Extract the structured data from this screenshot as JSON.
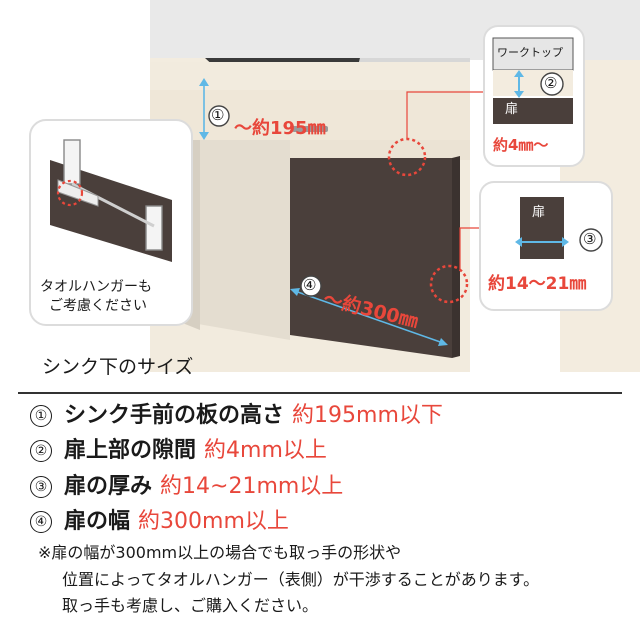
{
  "illustration": {
    "dim1_num": "①",
    "dim1_text": "～約195㎜",
    "dim2_num": "②",
    "dim2_text": "約4㎜～",
    "dim3_num": "③",
    "dim3_text": "約14～21㎜",
    "dim4_num": "④",
    "dim4_text": "～約300㎜",
    "worktop_label": "ワークトップ",
    "door_label": "扉",
    "hanger_note_line1": "タオルハンガーも",
    "hanger_note_line2": "ご考慮ください"
  },
  "section_title": "シンク下のサイズ",
  "specs": [
    {
      "num": "①",
      "label": "シンク手前の板の高さ",
      "value": "約195mm以下"
    },
    {
      "num": "②",
      "label": "扉上部の隙間",
      "value": "約4mm以上"
    },
    {
      "num": "③",
      "label": "扉の厚み",
      "value": "約14~21mm以上"
    },
    {
      "num": "④",
      "label": "扉の幅",
      "value": "約300mm以上"
    }
  ],
  "note": {
    "line1": "※扉の幅が300mm以上の場合でも取っ手の形状や",
    "line2": "位置によってタオルハンガー（表側）が干渉することがあります。",
    "line3": "取っ手も考慮し、ご購入ください。"
  },
  "colors": {
    "accent": "#e8473b",
    "cabinet_face": "#f3ecdf",
    "door": "#4a3f3b",
    "countertop": "#dcdcdc",
    "wall": "#e8e8e8"
  }
}
